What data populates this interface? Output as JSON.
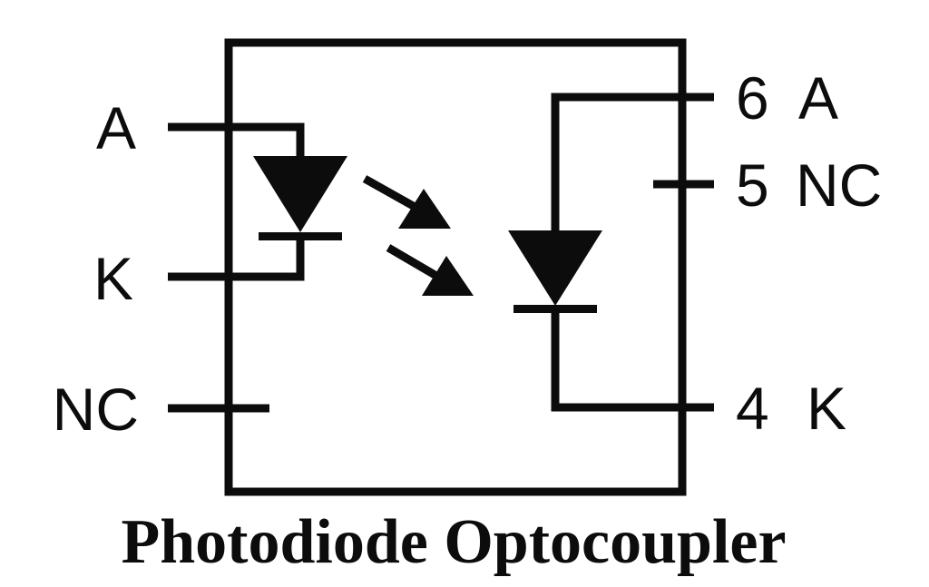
{
  "title": "Photodiode Optocoupler",
  "package": {
    "left_pins": [
      {
        "label": "A"
      },
      {
        "label": "K"
      },
      {
        "label": "NC"
      }
    ],
    "right_pins": [
      {
        "number": "6",
        "label": "A"
      },
      {
        "number": "5",
        "label": "NC"
      },
      {
        "number": "4",
        "label": "K"
      }
    ]
  },
  "symbols": {
    "emitter": "led-diode-icon",
    "detector": "photodiode-icon",
    "coupling": "light-emission-arrows-icon"
  },
  "colors": {
    "ink": "#0c0c0c",
    "background": "#ffffff"
  }
}
